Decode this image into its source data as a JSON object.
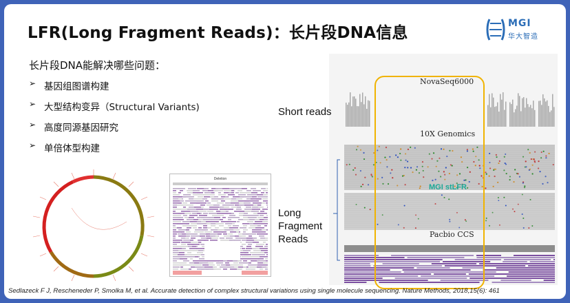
{
  "title": "LFR(Long Fragment Reads)：长片段DNA信息",
  "logo": {
    "brand": "MGI",
    "sub": "华大智造",
    "color": "#2b6db7"
  },
  "question": "长片段DNA能解决哪些问题：",
  "bullets": [
    {
      "arrow": "➢",
      "text": "基因组图谱构建"
    },
    {
      "arrow": "➢",
      "text": "大型结构变异（Structural Variants)"
    },
    {
      "arrow": "➢",
      "text": "高度同源基因研究"
    },
    {
      "arrow": "➢",
      "text": "单倍体型构建"
    }
  ],
  "figure_left": {
    "pileup_caption": "Deletion"
  },
  "figure_right": {
    "tracks": [
      {
        "label": "NovaSeq6000"
      },
      {
        "label": "10X Genomics"
      },
      {
        "label": "MGI stLFR"
      },
      {
        "label": "Pacbio  CCS"
      }
    ],
    "short_reads_label": "Short reads",
    "long_reads_label": [
      "Long",
      "Fragment",
      "Reads"
    ],
    "highlight_color": "#f0b300",
    "accent_teal": "#1aa896"
  },
  "citation": "Sedlazeck F J, Rescheneder P, Smolka M, et al. Accurate detection of complex structural variations using single molecule sequencing. Nature Methods, 2018,15(6): 461"
}
